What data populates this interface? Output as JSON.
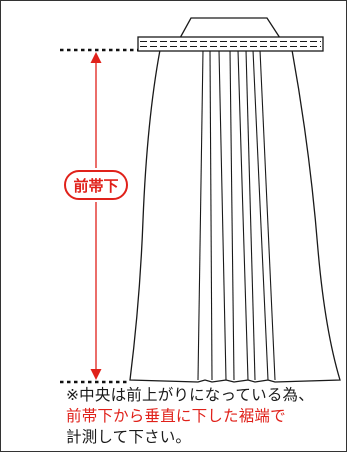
{
  "label": "前帯下",
  "note": {
    "line1": "※中央は前上がりになっている為、",
    "line2": "前帯下から垂直に下した裾端で",
    "line3": "計測して下さい。"
  },
  "colors": {
    "outline": "#1a1a1a",
    "accent": "#e0211a",
    "dotted": "#111111"
  }
}
